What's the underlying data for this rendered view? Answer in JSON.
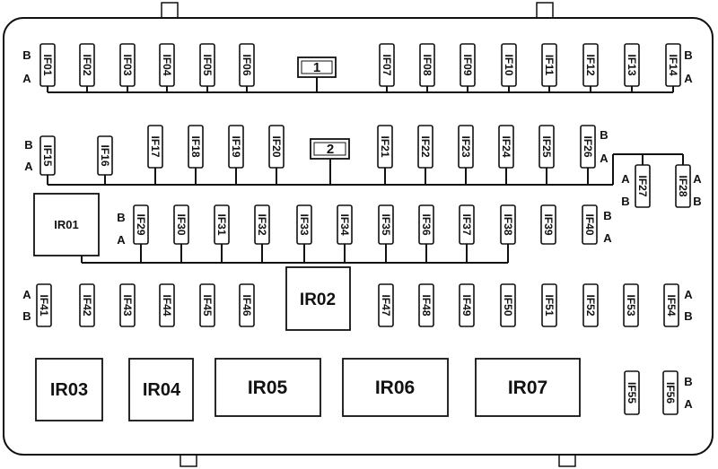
{
  "panel": {
    "fuses": [
      "IF01",
      "IF02",
      "IF03",
      "IF04",
      "IF05",
      "IF06",
      "IF07",
      "IF08",
      "IF09",
      "IF10",
      "IF11",
      "IF12",
      "IF13",
      "IF14",
      "IF15",
      "IF16",
      "IF17",
      "IF18",
      "IF19",
      "IF20",
      "IF21",
      "IF22",
      "IF23",
      "IF24",
      "IF25",
      "IF26",
      "IF27",
      "IF28",
      "IF29",
      "IF30",
      "IF31",
      "IF32",
      "IF33",
      "IF34",
      "IF35",
      "IF36",
      "IF37",
      "IF38",
      "IF39",
      "IF40",
      "IF41",
      "IF42",
      "IF43",
      "IF44",
      "IF45",
      "IF46",
      "IF47",
      "IF48",
      "IF49",
      "IF50",
      "IF51",
      "IF52",
      "IF53",
      "IF54",
      "IF55",
      "IF56"
    ],
    "relays": [
      "IR01",
      "IR02",
      "IR03",
      "IR04",
      "IR05",
      "IR06",
      "IR07"
    ],
    "connectors": [
      "1",
      "2"
    ],
    "terminal_a": "A",
    "terminal_b": "B"
  }
}
